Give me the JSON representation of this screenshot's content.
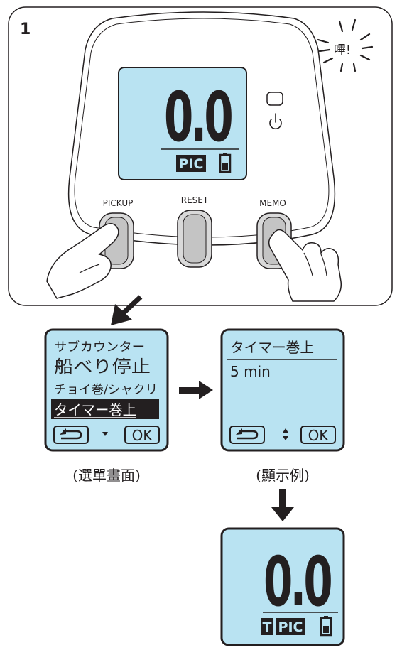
{
  "step": {
    "number": "1"
  },
  "beep": {
    "text": "嗶!"
  },
  "device": {
    "display_value": "0.0",
    "mode_label": "PIC",
    "buttons": {
      "pickup": "PICKUP",
      "reset": "RESET",
      "memo": "MEMO"
    }
  },
  "menu_screen": {
    "items": [
      "サブカウンター",
      "船べり停止",
      "チョイ巻/シャクリ",
      "タイマー巻上"
    ],
    "selected_index": 3,
    "ok_label": "OK",
    "caption": "(選單畫面)"
  },
  "example_screen": {
    "title": "タイマー巻上",
    "value": "5 min",
    "ok_label": "OK",
    "caption": "(顯示例)"
  },
  "result_screen": {
    "display_value": "0.0",
    "prefix": "T",
    "mode_label": "PIC"
  },
  "colors": {
    "lcd": "#b9e3f2",
    "line": "#231f20",
    "panel": "#ffffff"
  }
}
